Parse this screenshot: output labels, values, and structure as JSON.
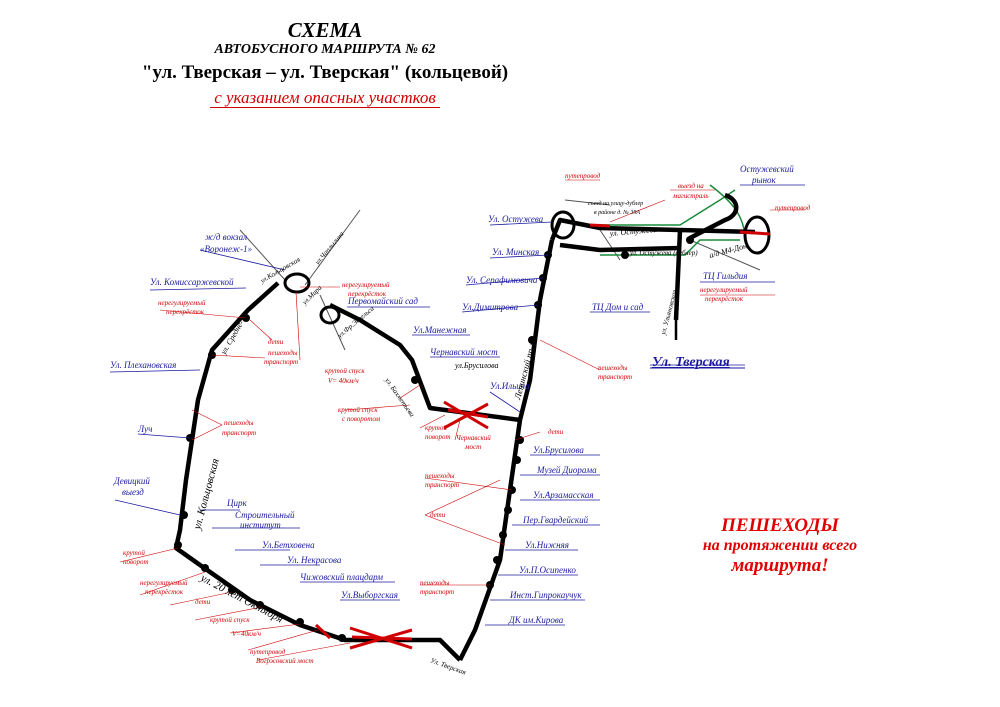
{
  "header": {
    "line1": "СХЕМА",
    "line2": "АВТОБУСНОГО МАРШРУТА № 62",
    "line3": "\"ул. Тверская – ул. Тверская\" (кольцевой)",
    "line4": "с указанием опасных участков"
  },
  "notice": {
    "line1": "ПЕШЕХОДЫ",
    "line2": "на  протяжении всего",
    "line3": "маршрута!"
  },
  "terminal": "Ул. Тверская",
  "stops": {
    "ostuzheva": "Ул. Остужева",
    "minskaya": "Ул. Минская",
    "serafimovicha": "Ул. Серафимовича",
    "dimitrova": "Ул.Димитрова",
    "manezhnaya": "Ул.Манежная",
    "chernavsky": "Чернавский мост",
    "brusilova_top": "ул.Брусилова",
    "ilicha": "Ул.Ильича",
    "brusilova": "Ул.Брусилова",
    "diorama": "Музей Диорама",
    "arzamasskaya": "Ул.Арзамасская",
    "gvardeisky": "Пер.Гвардейский",
    "nizhnyaya": "Ул.Нижняя",
    "osipenko": "Ул.П.Осипенко",
    "giprokauchuk": "Инст.Гипрокаучук",
    "dk_kirova": "ДК им.Кирова",
    "vyborgskaya": "Ул.Выборгская",
    "chizhovsky": "Чижовский плацдарм",
    "nekrasova": "Ул. Некрасова",
    "betkhovena": "Ул.Бетховена",
    "stroitelny_1": "Строительный",
    "stroitelny_2": "институт",
    "cirk": "Цирк",
    "devitsky_1": "Девицкий",
    "devitsky_2": "выезд",
    "luch": "Луч",
    "plekhanovskaya": "Ул. Плехановская",
    "komissarzhevskoy": "Ул. Комиссаржевской",
    "vokzal_1": "ж/д вокзал",
    "vokzal_2": "«Воронеж-1»",
    "pervomaisky": "Первомайский сад",
    "ostuzhevsky_1": "Остужевский",
    "ostuzhevsky_2": "рынок",
    "gildiya": "ТЦ Гильдия",
    "dom_i_sad": "ТЦ Дом и сад"
  },
  "streets": {
    "chaplygina": "ул.Чаплыгина",
    "koltsovskaya_top": "ул.Кольцовская",
    "mira": "ул.Мира",
    "fridrikha": "ул.Фр.Энгельса",
    "koltsovskaya": "ул. Кольцовская",
    "sredne": "ул. Средне-",
    "let20": "ул. 20 лет Октября",
    "leninsky": "Ленинский пр-т",
    "ostuzheva": "ул. Остужева",
    "ostuzheva_dubler": "ул. Остужева (дублер)",
    "m4": "а/д М4-Дон",
    "ulyanovskaya": "ул. Ульяновская",
    "nab": "Ул. Тверская",
    "per_vokz": "ул. Бахметьева"
  },
  "hazards": {
    "unreg": "нерегулируемый",
    "crossing": "перекрёсток",
    "ped": "пешеходы",
    "transport": "транспорт",
    "kids": "дети",
    "steep_turn_1": "крутой спуск",
    "steep_turn_2": "с поворотом",
    "steep_descent": "крутой спуск",
    "speed": "V= 40км/ч",
    "steep": "крутой",
    "turn": "поворот",
    "chernavsky_1": "Чернавский",
    "chernavsky_2": "мост",
    "overpass": "путепровод",
    "vogresovsky": "Вогрэсовский мост",
    "exit_1": "выезд на",
    "exit_2": "магистраль",
    "sliv_1": "съезд на улицу-дублер",
    "sliv_2": "в районе д. № 39А",
    "steep_desc2": "крутой спуск",
    "speed2": "V=40км/ч"
  },
  "colors": {
    "route": "#000000",
    "hazard": "#d00000",
    "label": "#1a1aa0",
    "green": "#1a8a3a"
  }
}
